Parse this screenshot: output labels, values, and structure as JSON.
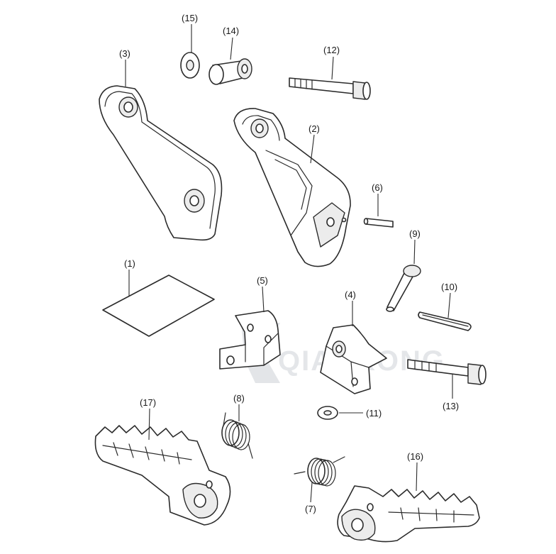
{
  "diagram": {
    "callouts": {
      "c1": "(1)",
      "c2": "(2)",
      "c3": "(3)",
      "c4": "(4)",
      "c5": "(5)",
      "c6": "(6)",
      "c7": "(7)",
      "c8": "(8)",
      "c9": "(9)",
      "c10": "(10)",
      "c11": "(11)",
      "c12": "(12)",
      "c13": "(13)",
      "c14": "(14)",
      "c15": "(15)",
      "c16": "(16)",
      "c17": "(17)"
    },
    "watermark": "QIANKONG"
  }
}
